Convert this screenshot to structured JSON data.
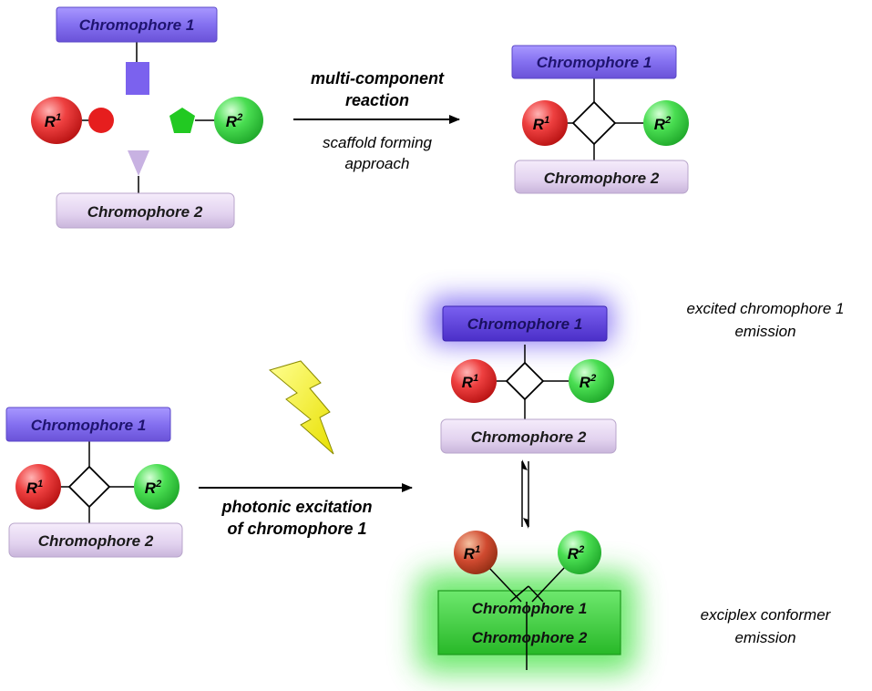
{
  "chromophore_1": "Chromophore 1",
  "chromophore_2": "Chromophore 2",
  "r1": "R",
  "r1_sup": "1",
  "r2": "R",
  "r2_sup": "2",
  "top_arrow": {
    "line1": "multi-component",
    "line2": "reaction",
    "sub1": "scaffold forming",
    "sub2": "approach"
  },
  "bottom_arrow": {
    "line1": "photonic excitation",
    "line2": "of chromophore 1"
  },
  "excited_label": {
    "line1": "excited chromophore 1",
    "line2": "emission"
  },
  "exciplex_label": {
    "line1": "exciplex conformer",
    "line2": "emission"
  },
  "colors": {
    "chromophore_1_fill": "#8a75f0",
    "chromophore_1_excited": "#5d3fe0",
    "chromophore_2_fill": "#e6d8f2",
    "r1_fill": "#e53030",
    "r2_fill": "#3ed84e",
    "exciplex_fill": "#45d745",
    "lightning": "#ffff00"
  }
}
